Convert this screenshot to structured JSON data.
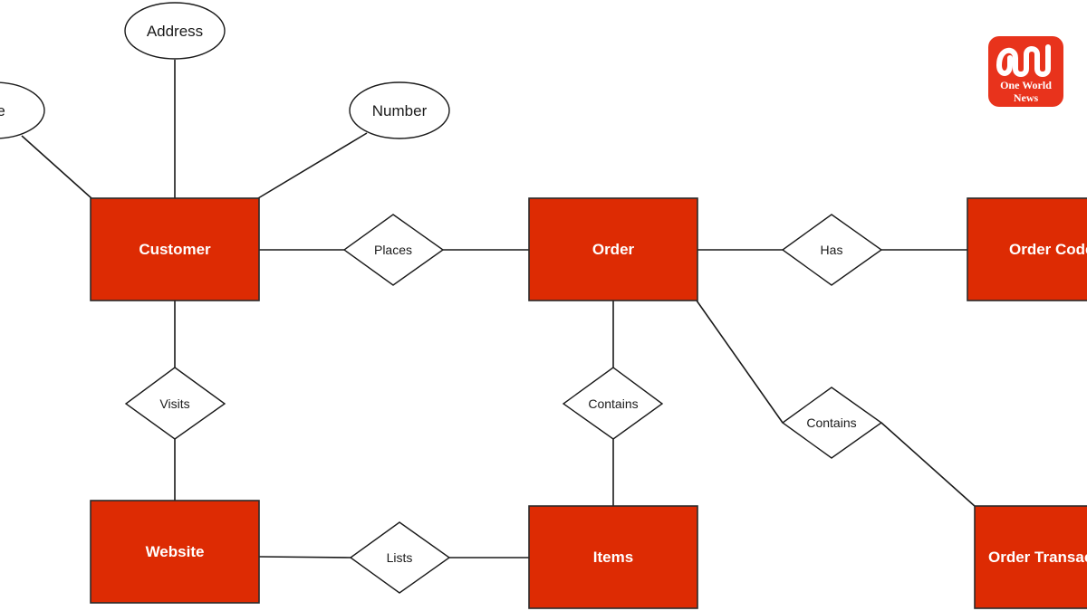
{
  "diagram": {
    "entities": {
      "customer": "Customer",
      "order": "Order",
      "order_code": "Order Code",
      "website": "Website",
      "items": "Items",
      "order_transaction": "Order Transac"
    },
    "relationships": {
      "places": "Places",
      "has": "Has",
      "visits": "Visits",
      "contains_items": "Contains",
      "contains_transaction": "Contains",
      "lists": "Lists"
    },
    "attributes": {
      "address": "Address",
      "number": "Number",
      "name_partial": "me"
    }
  },
  "logo": {
    "line1": "One World",
    "line2": "News"
  },
  "colors": {
    "entity_fill": "#dd2b03",
    "logo_fill": "#e8331c"
  }
}
